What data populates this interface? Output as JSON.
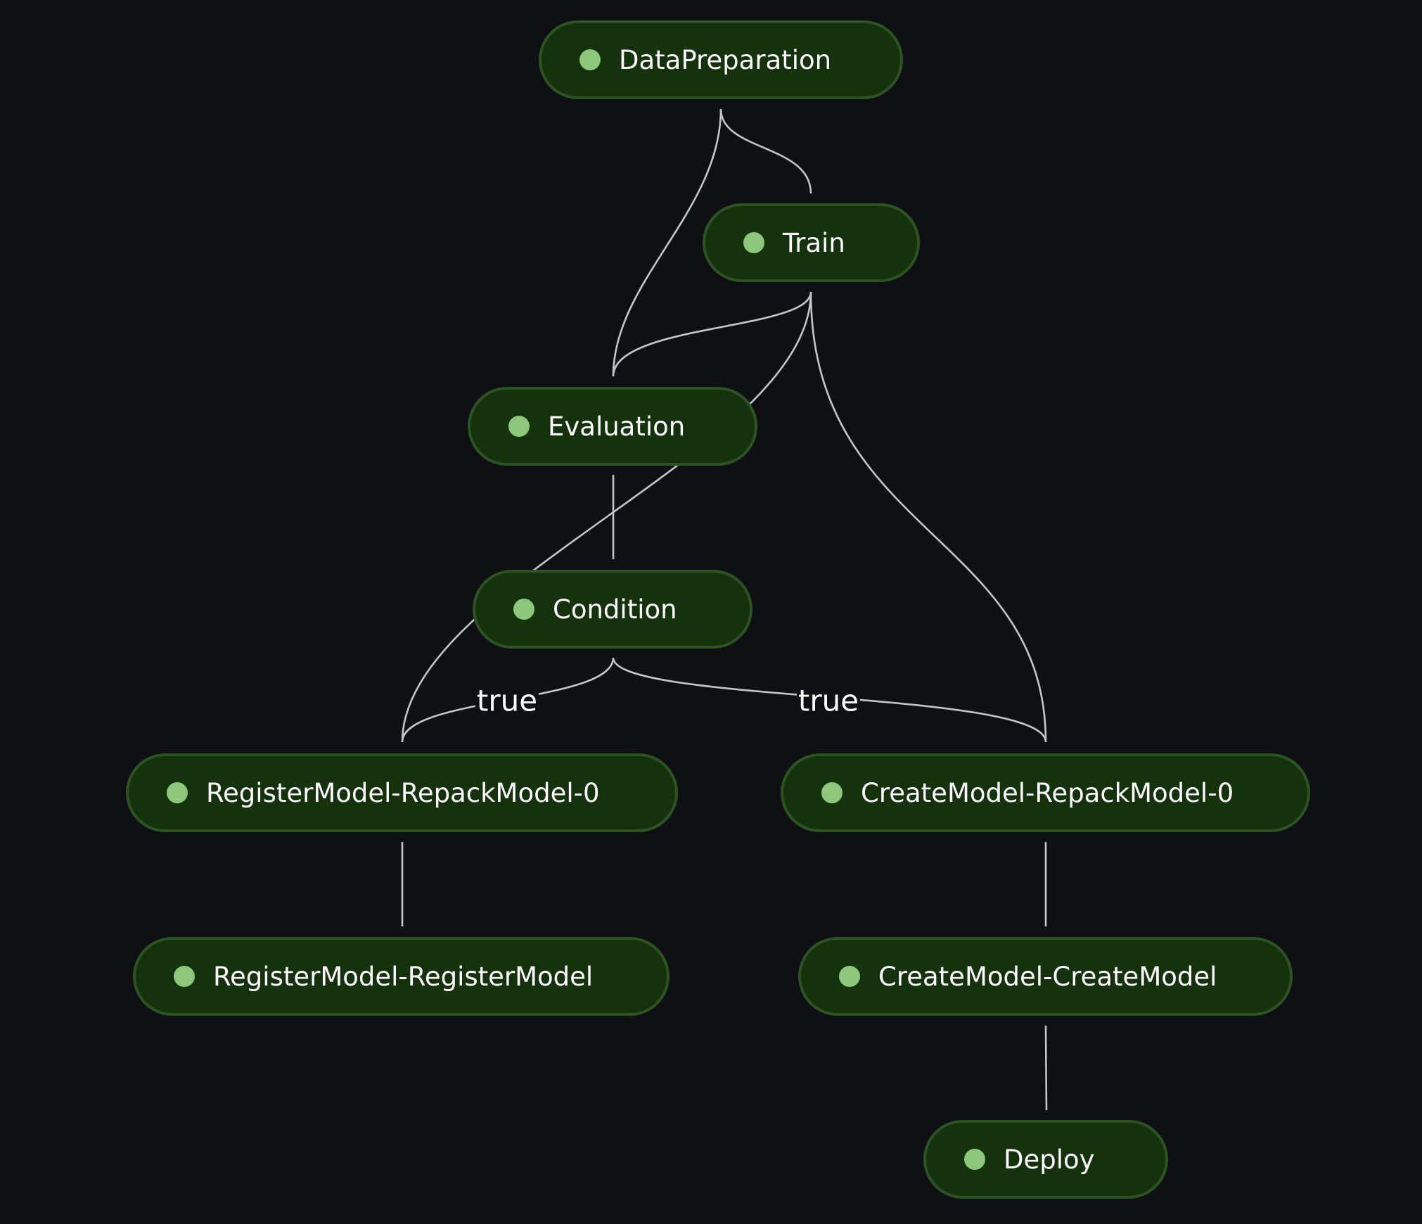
{
  "theme": {
    "background": "#0f1014",
    "node_fill": "#14330c",
    "node_border": "#2d5223",
    "status_dot": "#8cc77b",
    "edge_color": "#c4c5cc",
    "text_color": "#ffffff"
  },
  "nodes": [
    {
      "id": "DataPreparation",
      "label": "DataPreparation",
      "status_icon": "status-dot-icon"
    },
    {
      "id": "Train",
      "label": "Train",
      "status_icon": "status-dot-icon"
    },
    {
      "id": "Evaluation",
      "label": "Evaluation",
      "status_icon": "status-dot-icon"
    },
    {
      "id": "Condition",
      "label": "Condition",
      "status_icon": "status-dot-icon"
    },
    {
      "id": "RegisterModel-RepackModel-0",
      "label": "RegisterModel-RepackModel-0",
      "status_icon": "status-dot-icon"
    },
    {
      "id": "CreateModel-RepackModel-0",
      "label": "CreateModel-RepackModel-0",
      "status_icon": "status-dot-icon"
    },
    {
      "id": "RegisterModel-RegisterModel",
      "label": "RegisterModel-RegisterModel",
      "status_icon": "status-dot-icon"
    },
    {
      "id": "CreateModel-CreateModel",
      "label": "CreateModel-CreateModel",
      "status_icon": "status-dot-icon"
    },
    {
      "id": "Deploy",
      "label": "Deploy",
      "status_icon": "status-dot-icon"
    }
  ],
  "edges": [
    {
      "from": "DataPreparation",
      "to": "Train",
      "label": ""
    },
    {
      "from": "DataPreparation",
      "to": "Evaluation",
      "label": ""
    },
    {
      "from": "Train",
      "to": "Evaluation",
      "label": ""
    },
    {
      "from": "Train",
      "to": "RegisterModel-RepackModel-0",
      "label": ""
    },
    {
      "from": "Train",
      "to": "CreateModel-RepackModel-0",
      "label": ""
    },
    {
      "from": "Evaluation",
      "to": "Condition",
      "label": ""
    },
    {
      "from": "Condition",
      "to": "RegisterModel-RepackModel-0",
      "label": "true"
    },
    {
      "from": "Condition",
      "to": "CreateModel-RepackModel-0",
      "label": "true"
    },
    {
      "from": "RegisterModel-RepackModel-0",
      "to": "RegisterModel-RegisterModel",
      "label": ""
    },
    {
      "from": "CreateModel-RepackModel-0",
      "to": "CreateModel-CreateModel",
      "label": ""
    },
    {
      "from": "CreateModel-CreateModel",
      "to": "Deploy",
      "label": ""
    }
  ]
}
